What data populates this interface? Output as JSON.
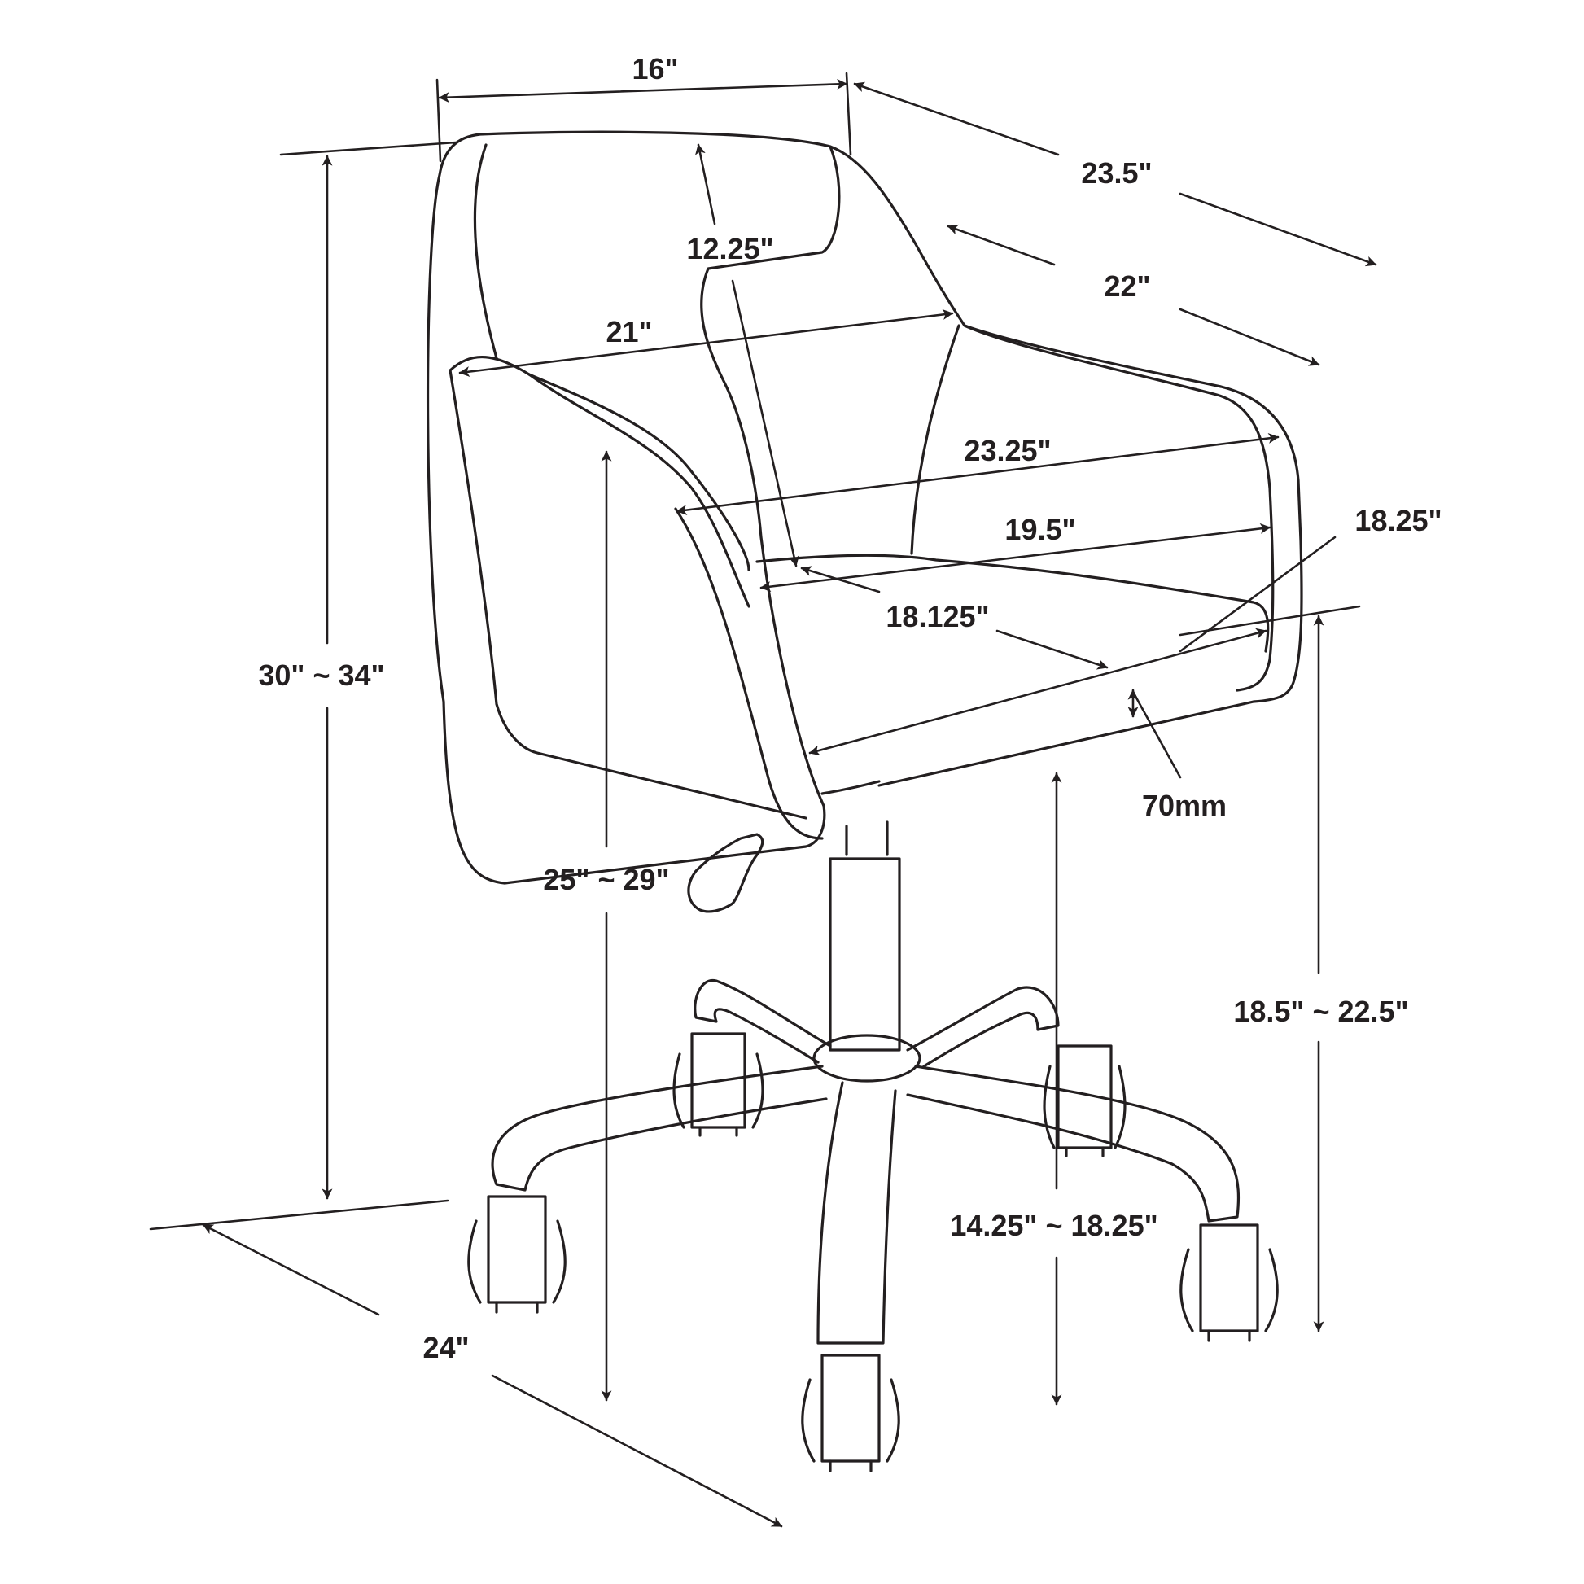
{
  "dimensions": {
    "top_width": "16\"",
    "overall_depth": "23.5\"",
    "arm_depth": "22\"",
    "back_height": "12.25\"",
    "arm_width": "21\"",
    "outer_width": "23.25\"",
    "seat_width": "19.5\"",
    "seat_side": "18.25\"",
    "seat_depth": "18.125\"",
    "cushion": "70mm",
    "overall_height": "30\" ~ 34\"",
    "arm_height": "25\" ~ 29\"",
    "seat_height": "18.5\" ~ 22.5\"",
    "seat_floor": "14.25\" ~ 18.25\"",
    "base": "24\""
  },
  "colors": {
    "line": "#231f20",
    "background": "#ffffff"
  }
}
